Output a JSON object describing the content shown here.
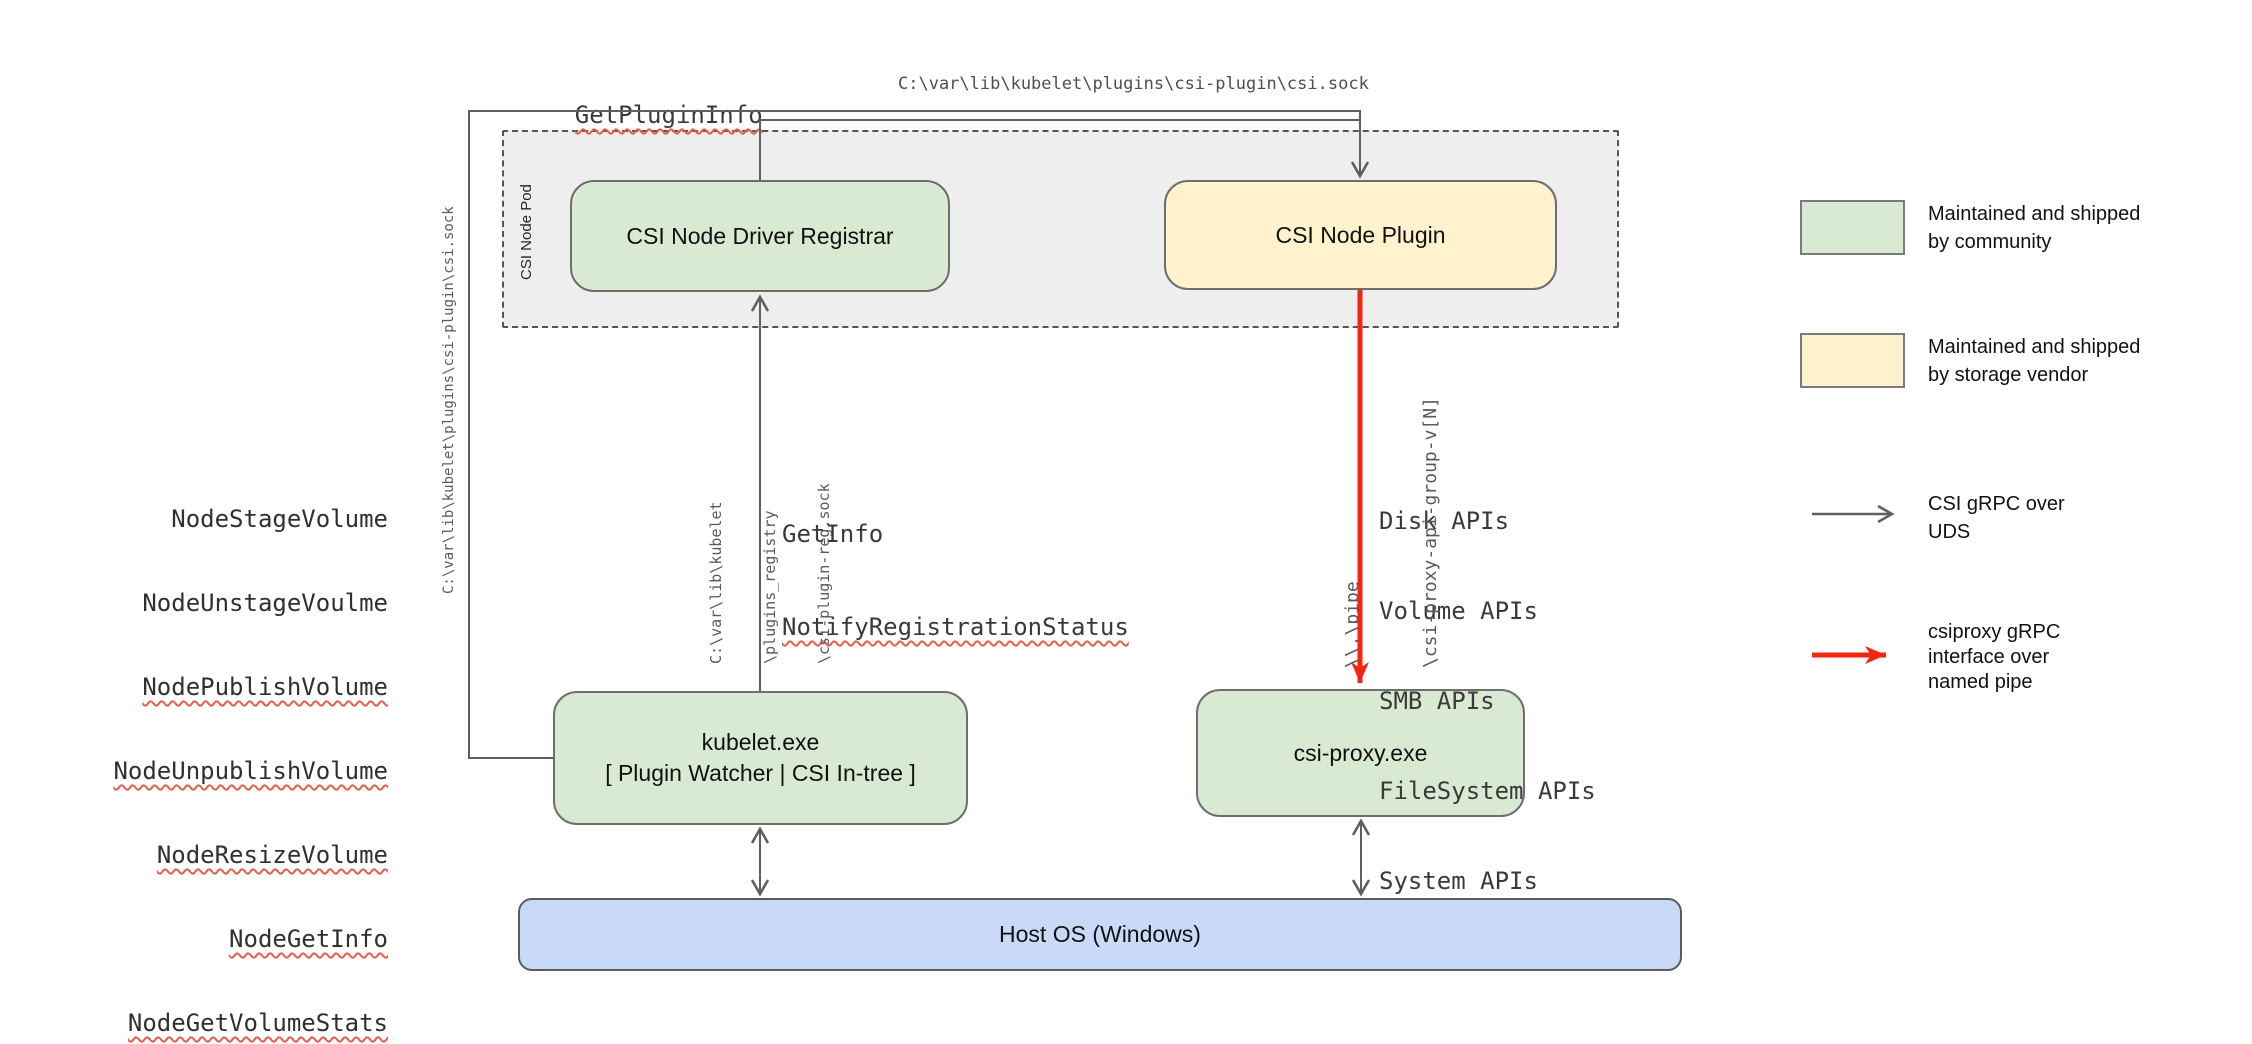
{
  "nodes": {
    "pod_label": "CSI Node Pod",
    "registrar": "CSI Node Driver Registrar",
    "plugin": "CSI Node Plugin",
    "kubelet_line1": "kubelet.exe",
    "kubelet_line2": "[ Plugin Watcher | CSI In-tree ]",
    "csi_proxy": "csi-proxy.exe",
    "host_os": "Host OS (Windows)"
  },
  "labels": {
    "get_plugin_info": "GetPluginInfo",
    "get_plugin_info_squiggle": true,
    "csi_sock_path_top": "C:\\var\\lib\\kubelet\\plugins\\csi-plugin\\csi.sock",
    "csi_sock_path_left": "C:\\var\\lib\\kubelet\\plugins\\csi-plugin\\csi.sock",
    "node_calls": [
      "NodeStageVolume",
      "NodeUnstageVoulme",
      "NodePublishVolume",
      "NodeUnpublishVolume",
      "NodeResizeVolume",
      "NodeGetInfo",
      "NodeGetVolumeStats"
    ],
    "node_calls_squiggle": [
      false,
      false,
      true,
      true,
      true,
      true,
      true
    ],
    "registration_calls": [
      "GetInfo",
      "NotifyRegistrationStatus"
    ],
    "registration_calls_squiggle": [
      false,
      true
    ],
    "registry_sock_lines": [
      "C:\\var\\lib\\kubelet",
      "\\plugins_registry",
      "\\csi-plugin-reg.sock"
    ],
    "pipe_lines": [
      "\\\\.\\pipe",
      "\\csi-proxy-api-group-v[N]"
    ],
    "proxy_apis": [
      "Disk APIs",
      "Volume APIs",
      "SMB APIs",
      "FileSystem APIs",
      "System APIs"
    ]
  },
  "legend": {
    "community": [
      "Maintained and shipped",
      "by community"
    ],
    "vendor": [
      "Maintained and shipped",
      "by storage vendor"
    ],
    "uds": [
      "CSI gRPC over",
      "UDS"
    ],
    "namedpipe": [
      "csiproxy gRPC",
      "interface over",
      "named pipe"
    ]
  },
  "colors": {
    "community_green": "#d9ead3",
    "vendor_yellow": "#fff2cc",
    "host_blue": "#c9daf8",
    "pod_gray": "#eeeeee",
    "line_gray": "#5f5f5f",
    "border_gray": "#6e6e6e",
    "pipe_red": "#f22613",
    "squiggle_red": "#e0604c"
  }
}
